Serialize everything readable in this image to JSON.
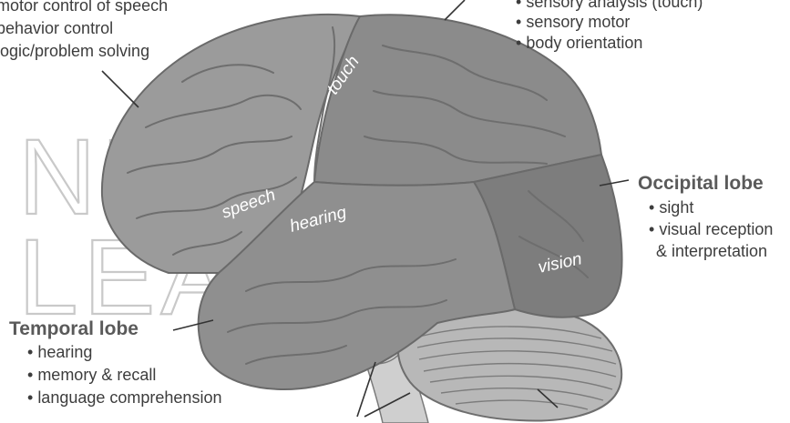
{
  "frontal": {
    "bullets": [
      "motor control of speech",
      "behavior control",
      "logic/problem solving"
    ]
  },
  "parietal": {
    "bullets": [
      "sensory analysis (touch)",
      "sensory motor",
      "body orientation"
    ]
  },
  "occipital": {
    "title": "Occipital lobe",
    "bullets": [
      "sight",
      "visual reception",
      "& interpretation"
    ]
  },
  "temporal": {
    "title": "Temporal lobe",
    "bullets": [
      "hearing",
      "memory & recall",
      "language comprehension"
    ]
  },
  "regions": {
    "touch": "touch",
    "speech": "speech",
    "hearing": "hearing",
    "vision": "vision"
  },
  "watermark": {
    "line1": "NEW PATH",
    "line2": "LEARNING"
  },
  "colors": {
    "frontal": "#9b9b9b",
    "parietal": "#8a8a8a",
    "occipital": "#7d7d7d",
    "temporal": "#8f8f8f",
    "cerebellum": "#b8b8b8",
    "brainstem": "#cfcfcf",
    "heading": "#5a5a5a"
  }
}
